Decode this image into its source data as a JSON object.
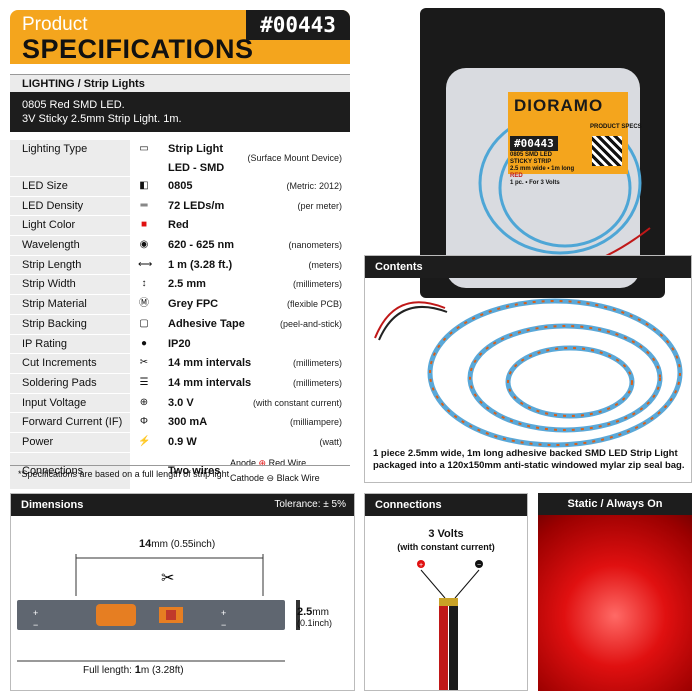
{
  "header": {
    "small": "Product",
    "big": "SPECIFICATIONS",
    "sku": "#00443"
  },
  "category": "LIGHTING / Strip Lights",
  "description": {
    "line1": "0805 Red SMD LED.",
    "line2": "3V Sticky 2.5mm Strip Light. 1m."
  },
  "specs": [
    {
      "key": "Lighting Type",
      "icon": "strip-icon",
      "value": "Strip Light",
      "value2": "LED - SMD",
      "note": "(Surface Mount Device)"
    },
    {
      "key": "LED Size",
      "icon": "led-size-icon",
      "value": "0805",
      "note": "(Metric: 2012)"
    },
    {
      "key": "LED Density",
      "icon": "density-icon",
      "value": "72 LEDs/m",
      "note": "(per meter)"
    },
    {
      "key": "Light Color",
      "icon": "color-swatch-icon",
      "value": "Red",
      "note": ""
    },
    {
      "key": "Wavelength",
      "icon": "wavelength-icon",
      "value": "620 - 625 nm",
      "note": "(nanometers)"
    },
    {
      "key": "Strip Length",
      "icon": "length-icon",
      "value": "1 m (3.28 ft.)",
      "note": "(meters)"
    },
    {
      "key": "Strip Width",
      "icon": "width-icon",
      "value": "2.5 mm",
      "note": "(millimeters)"
    },
    {
      "key": "Strip Material",
      "icon": "material-icon",
      "value": "Grey FPC",
      "note": "(flexible PCB)"
    },
    {
      "key": "Strip Backing",
      "icon": "backing-icon",
      "value": "Adhesive Tape",
      "note": "(peel-and-stick)"
    },
    {
      "key": "IP Rating",
      "icon": "drop-icon",
      "value": "IP20",
      "note": ""
    },
    {
      "key": "Cut Increments",
      "icon": "scissors-icon",
      "value": "14 mm intervals",
      "note": "(millimeters)"
    },
    {
      "key": "Soldering Pads",
      "icon": "pads-icon",
      "value": "14 mm intervals",
      "note": "(millimeters)"
    },
    {
      "key": "Input Voltage",
      "icon": "voltage-icon",
      "value": "3.0 V",
      "note": "(with constant current)"
    },
    {
      "key": "Forward Current (IF)",
      "icon": "current-icon",
      "value": "300 mA",
      "note": "(milliampere)"
    },
    {
      "key": "Power",
      "icon": "power-icon",
      "value": "0.9 W",
      "note": "(watt)"
    }
  ],
  "connections_row": {
    "key": "Connections",
    "value": "Two wires",
    "anode": "Anode",
    "anode_wire": "Red Wire",
    "cathode": "Cathode",
    "cathode_wire": "Black Wire"
  },
  "footnote": "*Specifications are based on a full length of strip light",
  "package": {
    "logo": "DIORAMO",
    "sku": "#00443",
    "line1": "0805 SMD LED",
    "line2": "STICKY STRIP",
    "line3": "2.5 mm wide • 1m long",
    "line4": "RED",
    "line5": "1 pc. • For 3 Volts",
    "specs_label": "PRODUCT SPECS"
  },
  "contents": {
    "title": "Contents",
    "text": "1 piece 2.5mm wide, 1m long adhesive backed SMD LED Strip Light packaged into a 120x150mm anti-static windowed mylar zip seal bag."
  },
  "dimensions": {
    "title": "Dimensions",
    "tolerance": "Tolerance: ± 5%",
    "cut_mm": "14",
    "cut_unit": "mm",
    "cut_in": "(0.55inch)",
    "width_mm": "2.5",
    "width_unit": "mm",
    "width_in": "(0.1inch)",
    "full_label": "Full length:",
    "full_m": "1",
    "full_unit": "m",
    "full_ft": "(3.28ft)"
  },
  "connections_panel": {
    "title": "Connections",
    "volts": "3 Volts",
    "sub": "(with constant current)"
  },
  "static_panel": {
    "title": "Static / Always On"
  },
  "colors": {
    "orange": "#f4a51d",
    "dark": "#1d1d1d",
    "red": "#e01010"
  }
}
